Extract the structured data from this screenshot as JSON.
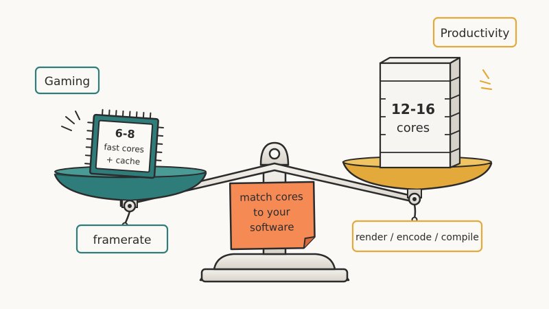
{
  "labels": {
    "gaming": "Gaming",
    "productivity": "Productivity",
    "framerate": "framerate",
    "render": "render / encode / compile"
  },
  "chip": {
    "line1": "6-8",
    "line2": "fast cores",
    "line3": "+ cache"
  },
  "stack": {
    "line1": "12-16",
    "line2": "cores"
  },
  "note": {
    "line1": "match cores",
    "line2": "to your",
    "line3": "software"
  },
  "colors": {
    "teal": "#2f7d7b",
    "teal_dark": "#1f4f4e",
    "gold": "#e3a93a",
    "note_orange": "#f58a55",
    "ink": "#2b2b2b"
  }
}
